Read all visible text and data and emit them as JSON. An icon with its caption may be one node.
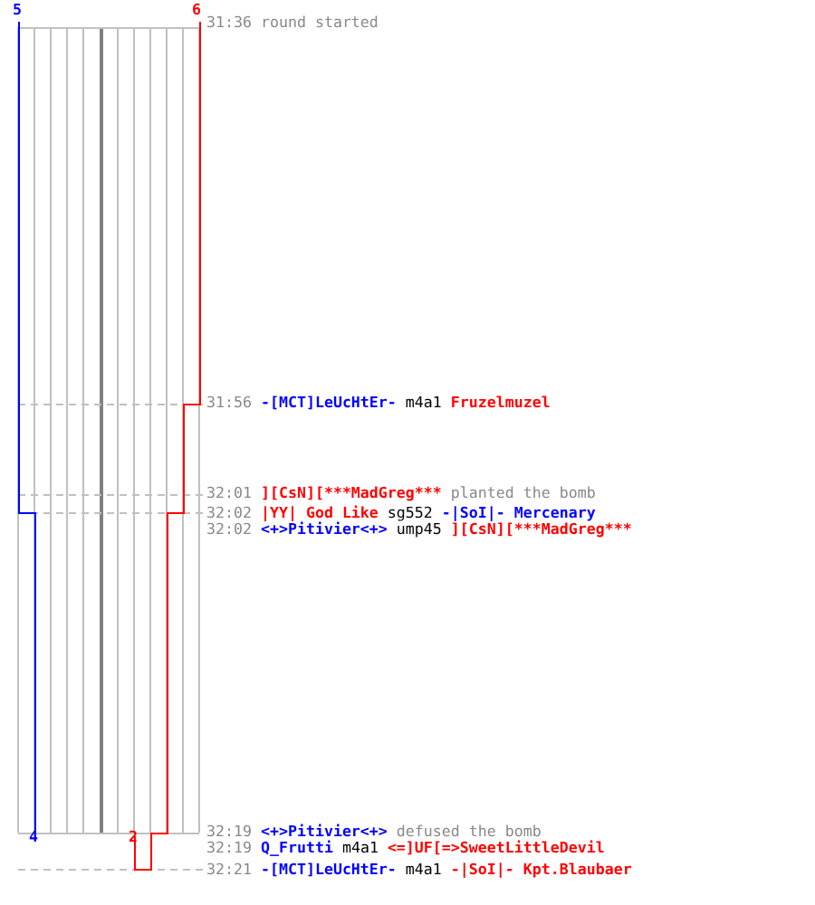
{
  "diagram": {
    "labels": [
      "5",
      "6",
      "31:36",
      "round started",
      "31:56",
      "-[MCT]LeUcHtEr-",
      "m4a1",
      "Fruzelmuzel",
      "32:01",
      "][CsN][***MadGreg***",
      "planted the bomb",
      "32:02",
      "|YY| God Like",
      "sg552",
      "-|SoI|- Mercenary",
      "32:02",
      "<+>Pitivier<+>",
      "ump45",
      "][CsN][***MadGreg***",
      "32:19",
      "<+>Pitivier<+>",
      "defused the bomb",
      "32:19",
      "Q_Frutti",
      "m4a1",
      "<=]UF[=>SweetLittleDevil",
      "32:21",
      "-[MCT]LeUcHtEr-",
      "m4a1",
      "-|SoI|- Kpt.Blaubaer",
      "4",
      "2"
    ]
  }
}
